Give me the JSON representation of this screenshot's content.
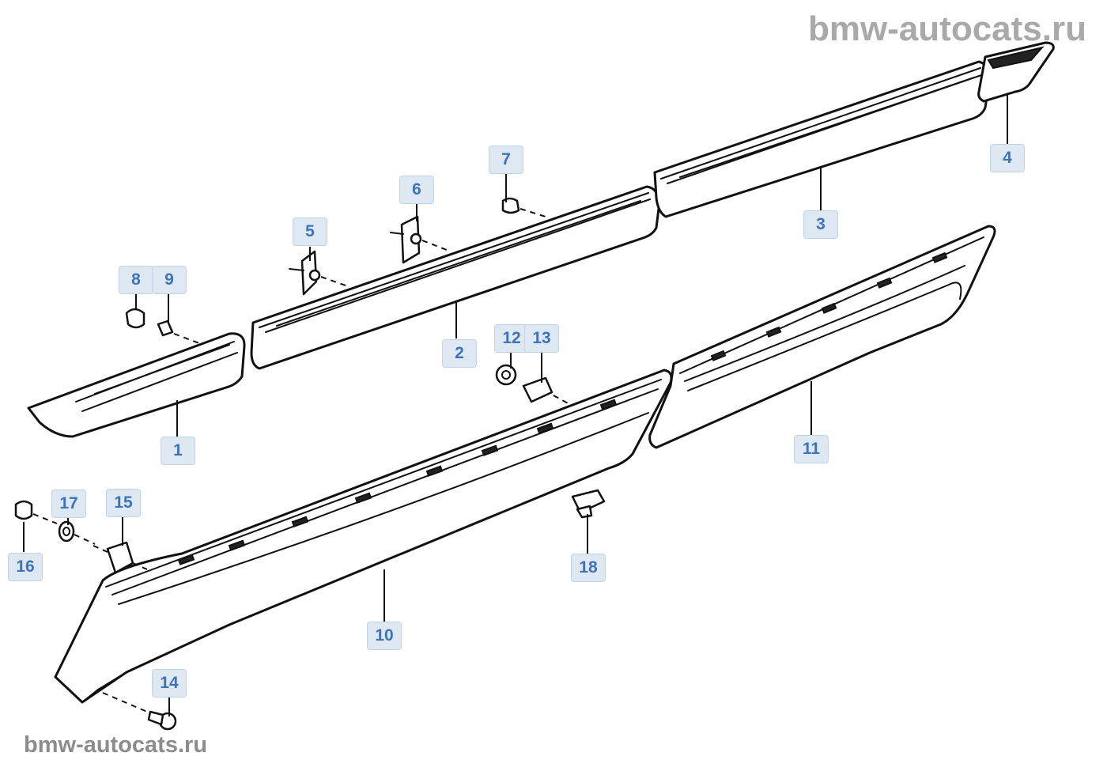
{
  "watermark": {
    "top": "bmw-autocats.ru",
    "bottom": "bmw-autocats.ru"
  },
  "callouts": [
    {
      "id": "1",
      "label": "1"
    },
    {
      "id": "2",
      "label": "2"
    },
    {
      "id": "3",
      "label": "3"
    },
    {
      "id": "4",
      "label": "4"
    },
    {
      "id": "5",
      "label": "5"
    },
    {
      "id": "6",
      "label": "6"
    },
    {
      "id": "7",
      "label": "7"
    },
    {
      "id": "8",
      "label": "8"
    },
    {
      "id": "9",
      "label": "9"
    },
    {
      "id": "10",
      "label": "10"
    },
    {
      "id": "11",
      "label": "11"
    },
    {
      "id": "12",
      "label": "12"
    },
    {
      "id": "13",
      "label": "13"
    },
    {
      "id": "14",
      "label": "14"
    },
    {
      "id": "15",
      "label": "15"
    },
    {
      "id": "16",
      "label": "16"
    },
    {
      "id": "17",
      "label": "17"
    },
    {
      "id": "18",
      "label": "18"
    }
  ],
  "colors": {
    "callout_bg": "#dde8f3",
    "callout_text": "#3d74b8",
    "watermark": "#a9a9a9"
  }
}
